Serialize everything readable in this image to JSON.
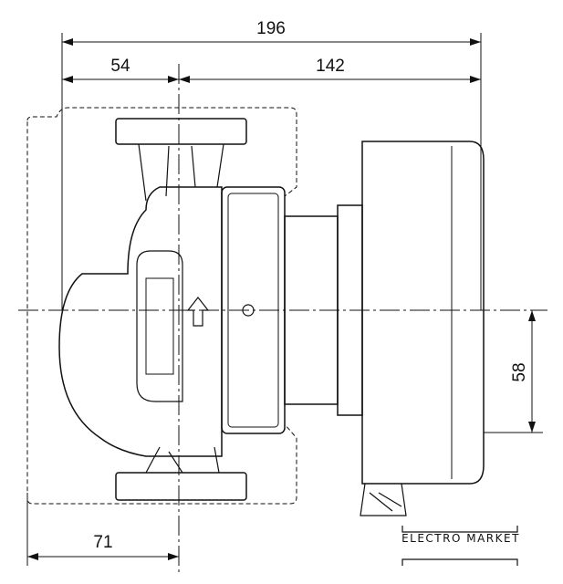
{
  "dimensions": {
    "overall_length": "196",
    "left_to_axis": "54",
    "axis_to_right": "142",
    "axis_to_bottom": "58",
    "outline_to_axis": "71"
  },
  "logo": {
    "text": "ELECTRO MARKET"
  }
}
